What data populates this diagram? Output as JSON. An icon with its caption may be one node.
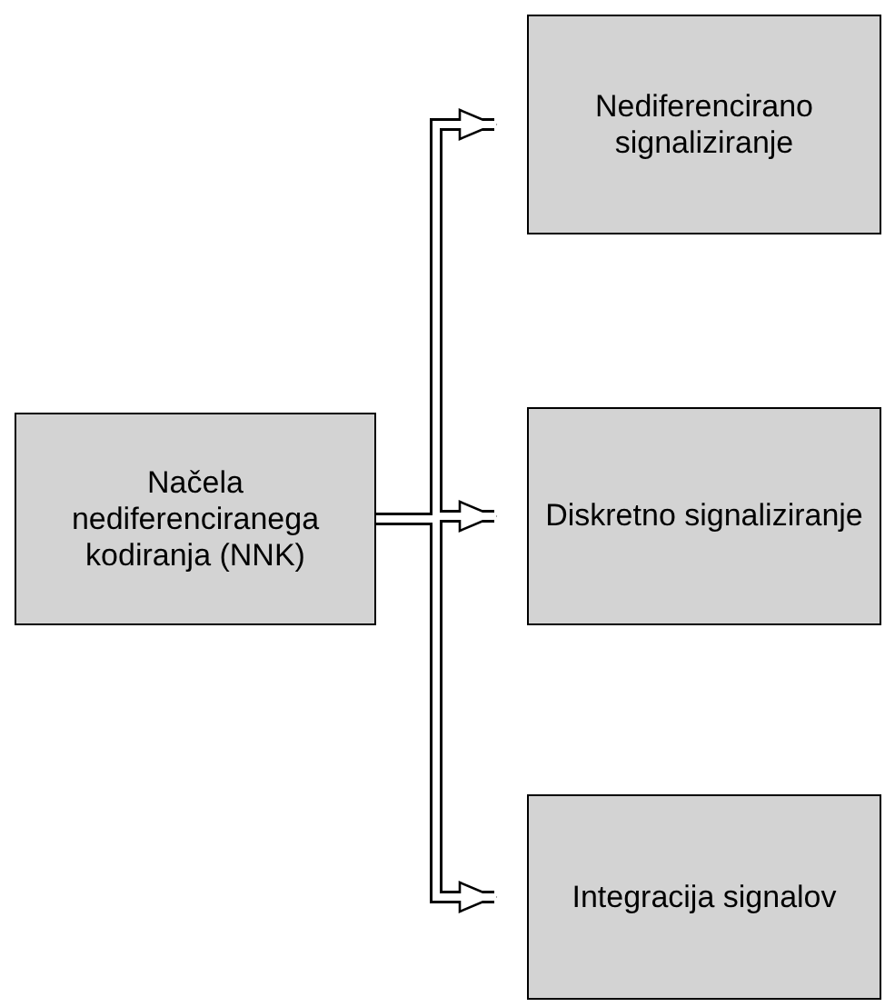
{
  "diagram": {
    "nodes": [
      {
        "text": [
          "Načela nediferenciranega kodiranja (NNK)"
        ]
      },
      {
        "text": [
          "Nediferencirano signaliziranje"
        ]
      },
      {
        "text": [
          "Diskretno signaliziranje"
        ]
      },
      {
        "text": [
          "Integracija signalov"
        ]
      }
    ],
    "edges": [
      {
        "from": 0,
        "to": 1,
        "arrow": "to"
      },
      {
        "from": 0,
        "to": 2,
        "arrow": "to"
      },
      {
        "from": 0,
        "to": 3,
        "arrow": "to"
      }
    ]
  }
}
